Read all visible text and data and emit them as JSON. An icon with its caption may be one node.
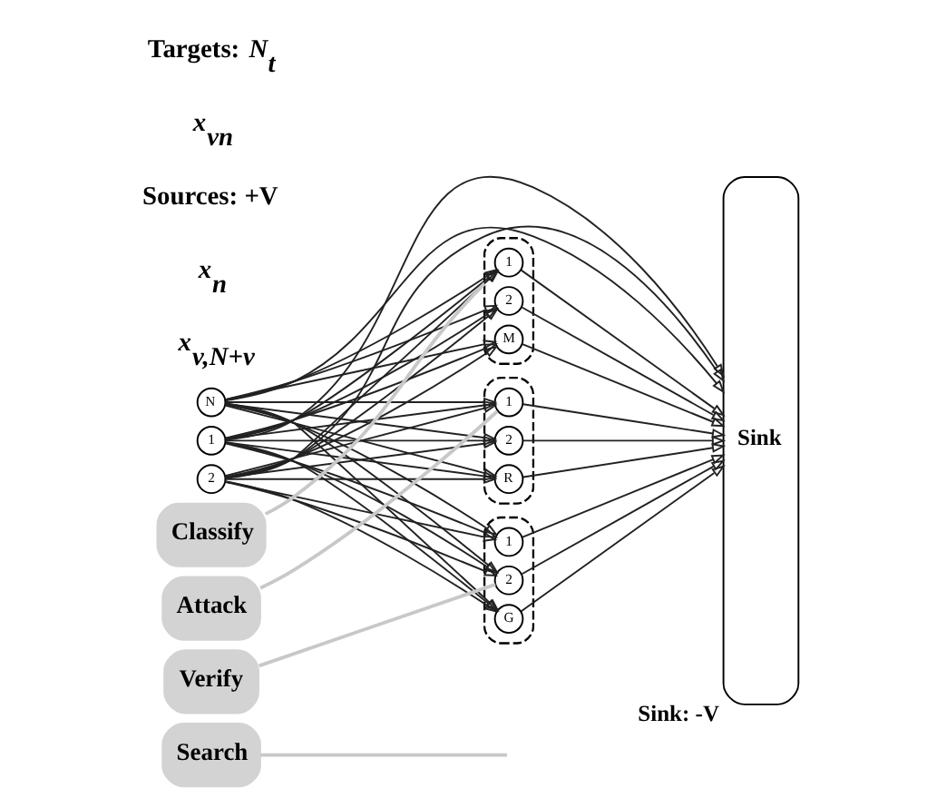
{
  "diagram": {
    "nodes": [
      {
        "text": [
          "Search"
        ]
      },
      {
        "text": [
          "1"
        ]
      },
      {
        "text": [
          "2"
        ]
      },
      {
        "text": [
          "N"
        ]
      },
      {
        "text": [],
        "shape": "ellipse"
      },
      {
        "text": [
          "1"
        ],
        "in": 4
      },
      {
        "text": [
          "2"
        ],
        "in": 4
      },
      {
        "text": [
          "M"
        ],
        "in": 4
      },
      {
        "text": [
          "Classify"
        ]
      },
      {
        "text": [],
        "shape": "ellipse"
      },
      {
        "text": [
          "1"
        ],
        "in": 9
      },
      {
        "text": [
          "2"
        ],
        "in": 9
      },
      {
        "text": [
          "R"
        ],
        "in": 9
      },
      {
        "text": [
          "Attack"
        ]
      },
      {
        "text": [],
        "shape": "ellipse"
      },
      {
        "text": [
          "1"
        ],
        "in": 14
      },
      {
        "text": [
          "2"
        ],
        "in": 14
      },
      {
        "text": [
          "G"
        ],
        "in": 14
      },
      {
        "text": [
          "Verify"
        ]
      },
      {
        "text": [
          "Sink"
        ],
        "beside": [
          "Sink: -V"
        ]
      }
    ],
    "edges": [
      {
        "from": 1,
        "to": 5,
        "arrow": "to"
      },
      {
        "from": 1,
        "to": 6,
        "arrow": "to"
      },
      {
        "from": 1,
        "to": 7,
        "arrow": "to"
      },
      {
        "from": 1,
        "to": 10,
        "arrow": "to"
      },
      {
        "from": 1,
        "to": 11,
        "arrow": "to"
      },
      {
        "from": 1,
        "to": 12,
        "arrow": "to"
      },
      {
        "from": 1,
        "to": 15,
        "arrow": "to"
      },
      {
        "from": 1,
        "to": 16,
        "arrow": "to"
      },
      {
        "from": 1,
        "to": 17,
        "arrow": "to"
      },
      {
        "from": 2,
        "to": 5,
        "arrow": "to"
      },
      {
        "from": 2,
        "to": 6,
        "arrow": "to"
      },
      {
        "from": 2,
        "to": 7,
        "arrow": "to"
      },
      {
        "from": 2,
        "to": 10,
        "arrow": "to"
      },
      {
        "from": 2,
        "to": 11,
        "arrow": "to"
      },
      {
        "from": 2,
        "to": 12,
        "arrow": "to"
      },
      {
        "from": 2,
        "to": 15,
        "arrow": "to"
      },
      {
        "from": 2,
        "to": 16,
        "arrow": "to"
      },
      {
        "from": 2,
        "to": 17,
        "arrow": "to"
      },
      {
        "from": 3,
        "to": 5,
        "arrow": "to"
      },
      {
        "from": 3,
        "to": 6,
        "arrow": "to"
      },
      {
        "from": 3,
        "to": 7,
        "arrow": "to"
      },
      {
        "from": 3,
        "to": 10,
        "arrow": "to"
      },
      {
        "from": 3,
        "to": 11,
        "arrow": "to"
      },
      {
        "from": 3,
        "to": 12,
        "arrow": "to"
      },
      {
        "from": 3,
        "to": 15,
        "arrow": "to"
      },
      {
        "from": 3,
        "to": 16,
        "arrow": "to"
      },
      {
        "from": 3,
        "to": 17,
        "arrow": "to"
      },
      {
        "from": 5,
        "to": 19,
        "arrow": "to"
      },
      {
        "from": 6,
        "to": 19,
        "arrow": "to"
      },
      {
        "from": 7,
        "to": 19,
        "arrow": "to"
      },
      {
        "from": 10,
        "to": 19,
        "arrow": "to"
      },
      {
        "from": 11,
        "to": 19,
        "arrow": "to"
      },
      {
        "from": 12,
        "to": 19,
        "arrow": "to"
      },
      {
        "from": 15,
        "to": 19,
        "arrow": "to"
      },
      {
        "from": 16,
        "to": 19,
        "arrow": "to"
      },
      {
        "from": 17,
        "to": 19,
        "arrow": "to"
      },
      {
        "from": 1,
        "to": 19,
        "arrow": "to"
      },
      {
        "from": 2,
        "to": 19,
        "arrow": "to"
      },
      {
        "from": 3,
        "to": 19,
        "arrow": "to"
      },
      {
        "from": 0,
        "to": null,
        "arrow": "none",
        "color": "#c8c8c8"
      },
      {
        "from": 8,
        "to": 4,
        "arrow": "none",
        "color": "#c8c8c8"
      },
      {
        "from": 13,
        "to": 10,
        "arrow": "none",
        "color": "#c8c8c8"
      },
      {
        "from": 18,
        "to": 16,
        "arrow": "none",
        "color": "#c8c8c8"
      }
    ],
    "labels": [
      "*x*$_{v,N+v}$",
      "*x*$_{n}$",
      "Sources: +V",
      "*x*$_{vn}$",
      "Targets: *N*$_{t}$"
    ]
  }
}
